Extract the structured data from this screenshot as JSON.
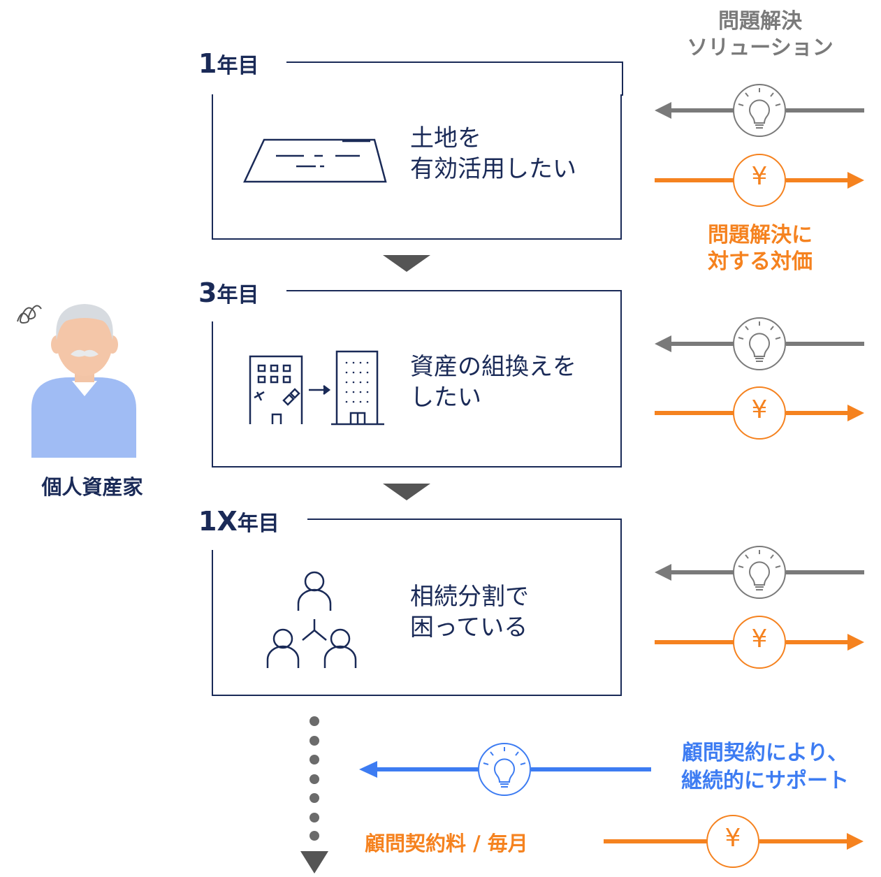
{
  "header": {
    "line1": "問題解決",
    "line2": "ソリューション"
  },
  "stages": [
    {
      "year_num": "1",
      "year_suffix": "年目",
      "line1": "土地を",
      "line2": "有効活用したい",
      "icon": "land-icon"
    },
    {
      "year_num": "3",
      "year_suffix": "年目",
      "line1": "資産の組換えを",
      "line2": "したい",
      "icon": "building-swap-icon"
    },
    {
      "year_num": "1X",
      "year_suffix": "年目",
      "line1": "相続分割で",
      "line2": "困っている",
      "icon": "family-tree-icon"
    }
  ],
  "price_note": {
    "line1": "問題解決に",
    "line2": "対する対価"
  },
  "person": {
    "label": "個人資産家",
    "icon": "worried-elder-icon"
  },
  "advisory": {
    "line1": "顧問契約により、",
    "line2": "継続的にサポート"
  },
  "fee": {
    "label": "顧問契約料 / 毎月"
  },
  "yen_symbol": "¥",
  "colors": {
    "navy": "#1a2a57",
    "gray": "#7a7a7a",
    "orange": "#f5821f",
    "blue": "#3d7cf2"
  }
}
